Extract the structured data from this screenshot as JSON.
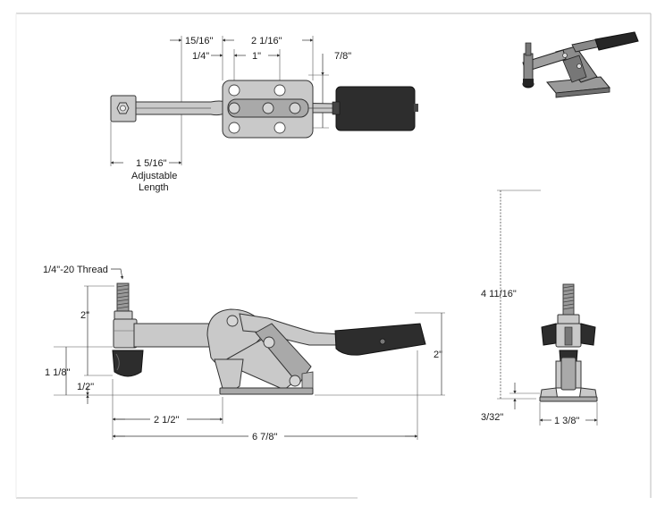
{
  "top_view": {
    "dim_15_16": "15/16\"",
    "dim_2_1_16": "2 1/16\"",
    "dim_1_4": "1/4\"",
    "dim_1": "1\"",
    "dim_7_8": "7/8\"",
    "dim_1_5_16": "1 5/16\"",
    "adjustable_label": "Adjustable",
    "length_label": "Length"
  },
  "side_view": {
    "thread_label": "1/4\"-20 Thread",
    "dim_2_left": "2\"",
    "dim_1_1_8": "1 1/8\"",
    "dim_1_2": "1/2\"",
    "dim_2_right": "2\"",
    "dim_2_1_2": "2 1/2\"",
    "dim_6_7_8": "6 7/8\""
  },
  "end_view": {
    "dim_4_11_16": "4 11/16\"",
    "dim_3_32": "3/32\"",
    "dim_1_3_8": "1 3/8\""
  },
  "colors": {
    "metal": "#c9c9c9",
    "rubber": "#2d2d2d",
    "line": "#333333"
  }
}
